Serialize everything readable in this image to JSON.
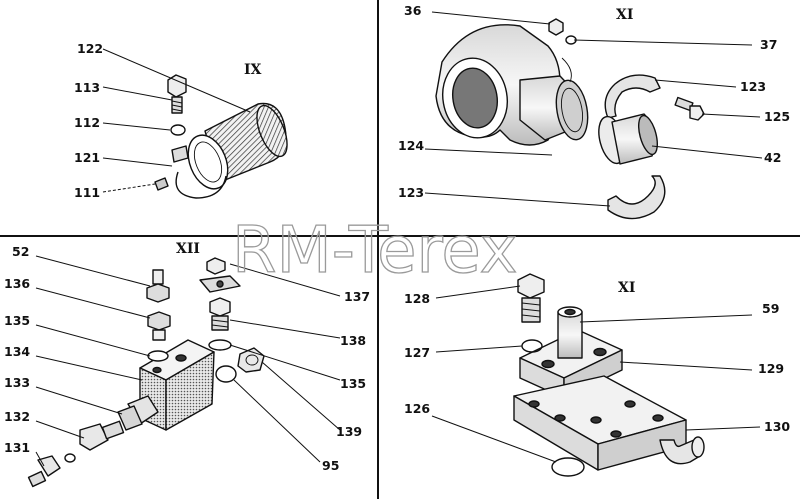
{
  "watermark": "RM-Terex",
  "panels": {
    "ix": {
      "title": "IX",
      "labels": {
        "l122": "122",
        "l113": "113",
        "l112": "112",
        "l121": "121",
        "l111": "111"
      }
    },
    "xi_top": {
      "title": "XI",
      "labels": {
        "l36": "36",
        "l37": "37",
        "l123a": "123",
        "l125": "125",
        "l124": "124",
        "l42": "42",
        "l123b": "123"
      }
    },
    "xii": {
      "title": "XII",
      "labels": {
        "l52": "52",
        "l136": "136",
        "l135a": "135",
        "l134": "134",
        "l133": "133",
        "l132": "132",
        "l131": "131",
        "l137": "137",
        "l138": "138",
        "l135b": "135",
        "l139": "139",
        "l95": "95"
      }
    },
    "xi_bottom": {
      "title": "XI",
      "labels": {
        "l128": "128",
        "l59": "59",
        "l127": "127",
        "l129": "129",
        "l126": "126",
        "l130": "130"
      }
    }
  }
}
